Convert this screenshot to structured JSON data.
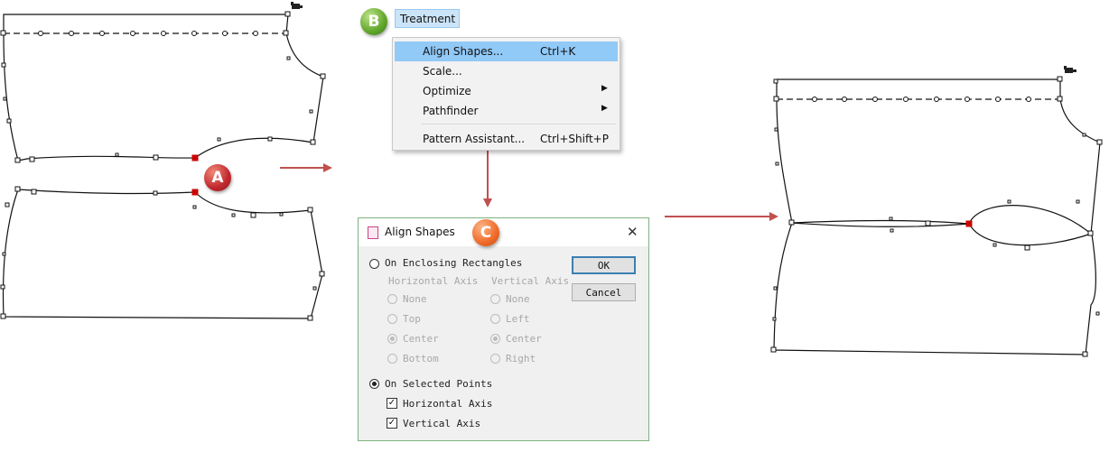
{
  "badges": {
    "a": "A",
    "b": "B",
    "c": "C"
  },
  "menu": {
    "title": "Treatment",
    "items": [
      {
        "label": "Align Shapes...",
        "shortcut": "Ctrl+K",
        "highlighted": true,
        "submenu": false
      },
      {
        "label": "Scale...",
        "shortcut": "",
        "highlighted": false,
        "submenu": false
      },
      {
        "label": "Optimize",
        "shortcut": "",
        "highlighted": false,
        "submenu": true
      },
      {
        "label": "Pathfinder",
        "shortcut": "",
        "highlighted": false,
        "submenu": true
      },
      {
        "label": "Pattern Assistant...",
        "shortcut": "Ctrl+Shift+P",
        "highlighted": false,
        "submenu": false
      }
    ]
  },
  "dialog": {
    "title": "Align Shapes",
    "close_glyph": "✕",
    "enclosing_label": "On Enclosing Rectangles",
    "horizontal_axis_label": "Horizontal Axis",
    "vertical_axis_label": "Vertical Axis",
    "horizontal_options": [
      "None",
      "Top",
      "Center",
      "Bottom"
    ],
    "horizontal_selected": "Center",
    "vertical_options": [
      "None",
      "Left",
      "Center",
      "Right"
    ],
    "vertical_selected": "Center",
    "selected_points_label": "On Selected Points",
    "selected_mode": "On Selected Points",
    "horizontal_check_label": "Horizontal Axis",
    "horizontal_checked": true,
    "vertical_check_label": "Vertical Axis",
    "vertical_checked": true,
    "ok_label": "OK",
    "cancel_label": "Cancel",
    "check_glyph": "✓"
  },
  "colors": {
    "arrow": "#c0504d",
    "selected_point": "#cc0000",
    "menu_highlight": "#91c9f7",
    "dialog_border": "#7fb27f"
  },
  "icons": {
    "cursor": "hand-cursor-icon",
    "dialog": "align-shapes-dialog-icon",
    "submenu": "chevron-right-icon",
    "close": "close-icon"
  }
}
